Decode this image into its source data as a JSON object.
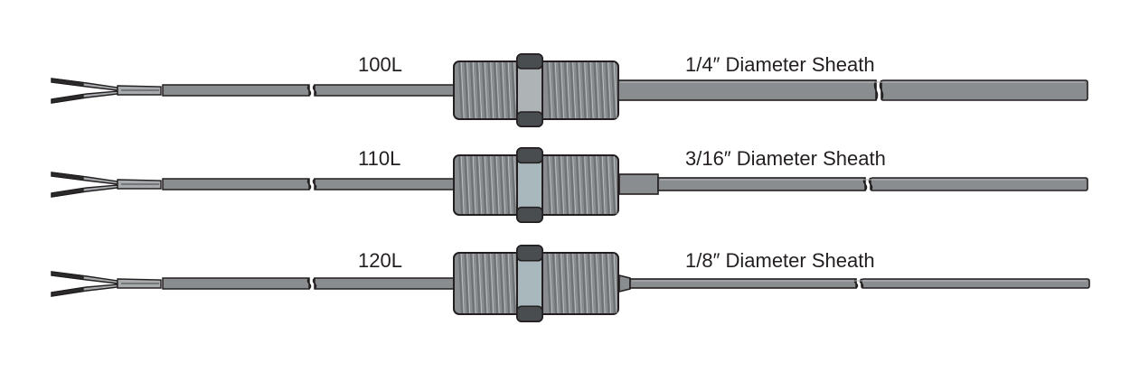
{
  "colors": {
    "outline": "#231f20",
    "metal": "#8a8d90",
    "metal_light": "#a7abad",
    "thread_dark": "#6f7275",
    "nut_silver": "#aeb4b6",
    "nut_blue": "#a9b8bd",
    "nut_dark": "#4a4d50",
    "wire_black": "#2b2b2b"
  },
  "assemblies": [
    {
      "model": "100L",
      "sheath": "1/4″ Diameter Sheath",
      "nut_color": "silver"
    },
    {
      "model": "110L",
      "sheath": "3/16″ Diameter Sheath",
      "nut_color": "blue"
    },
    {
      "model": "120L",
      "sheath": "1/8″ Diameter Sheath",
      "nut_color": "blue"
    }
  ]
}
